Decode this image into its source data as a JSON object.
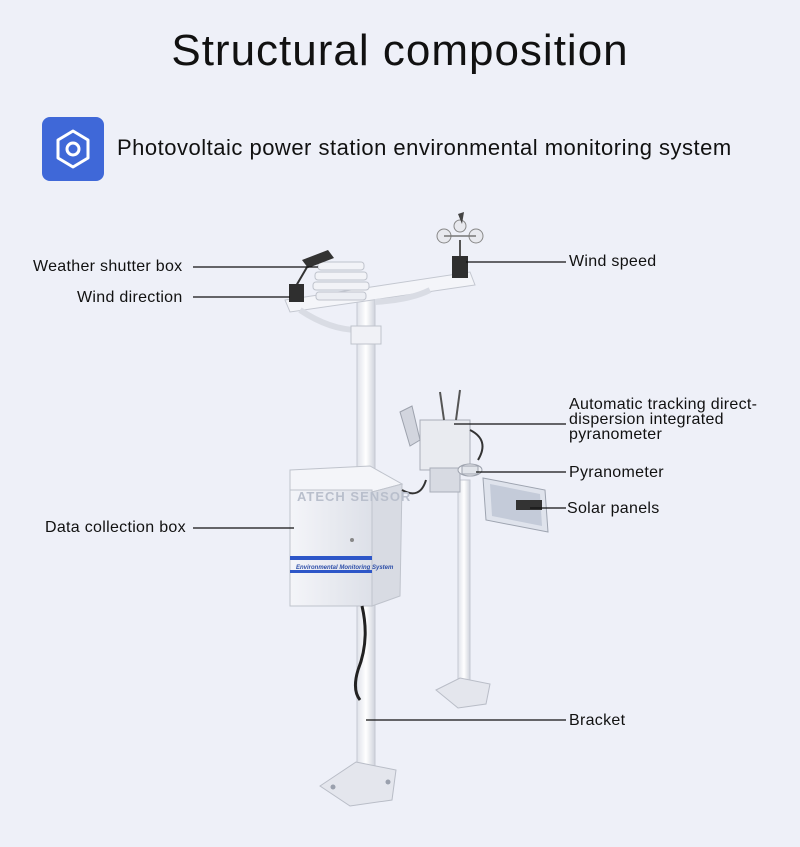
{
  "title": "Structural composition",
  "subtitle": "Photovoltaic power station environmental monitoring system",
  "badge_icon": "hexagon-nut-icon",
  "colors": {
    "accent": "#3f68d8",
    "background": "#eef0f8",
    "equipment": "#ffffff",
    "accent_stripe": "#2d56c8"
  },
  "device": {
    "brand": "ATECH SENSOR",
    "panel_caption": "Environmental Monitoring System"
  },
  "labels": {
    "weather_shutter_box": "Weather shutter box",
    "wind_direction": "Wind direction",
    "wind_speed": "Wind speed",
    "tracking_pyranometer": "Automatic tracking direct-dispersion integrated pyranometer",
    "pyranometer": "Pyranometer",
    "solar_panels": "Solar panels",
    "data_collection_box": "Data collection box",
    "bracket": "Bracket"
  }
}
